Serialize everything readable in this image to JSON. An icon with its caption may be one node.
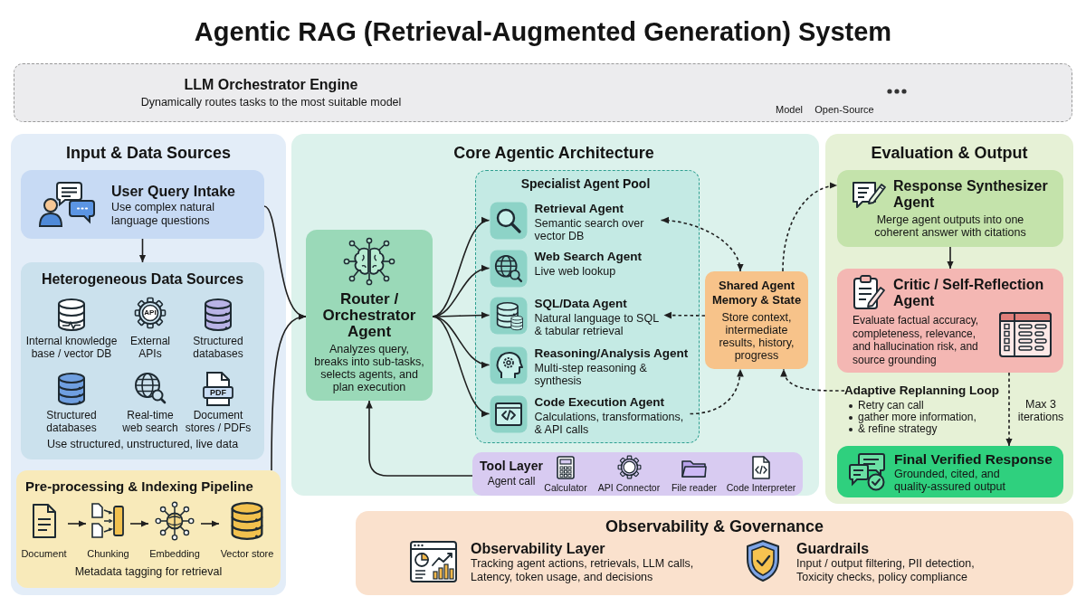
{
  "diagram": {
    "title": "Agentic RAG (Retrieval-Augmented Generation) System",
    "nodes": [
      {
        "text": [
          "LLM Orchestrator Engine",
          "Dynamically routes tasks to the most suitable model"
        ]
      },
      {
        "text": [
          "Input & Data Sources"
        ]
      },
      {
        "text": [
          "User Query Intake",
          "Use complex natural language questions"
        ],
        "in": 1
      },
      {
        "text": [
          "Heterogeneous Data Sources",
          "Internal knowledge base / vector DB",
          "External APIs",
          "Structured databases",
          "Structured databases",
          "Real-time web search",
          "Document stores / PDFs",
          "Use structured, unstructured, live data"
        ],
        "in": 1
      },
      {
        "text": [
          "Pre-processing & Indexing Pipeline",
          "Metadata tagging for retrieval"
        ],
        "in": 1
      },
      {
        "text": [
          "Document"
        ],
        "in": 4
      },
      {
        "text": [
          "Chunking"
        ],
        "in": 4
      },
      {
        "text": [
          "Embedding"
        ],
        "in": 4
      },
      {
        "text": [
          "Vector store"
        ],
        "in": 4
      },
      {
        "text": [
          "Core Agentic Architecture"
        ]
      },
      {
        "text": [
          "Router / Orchestrator Agent",
          "Analyzes query, breaks into sub-tasks, selects agents, and plan execution"
        ],
        "in": 9
      },
      {
        "text": [
          "Specialist Agent Pool"
        ],
        "in": 9
      },
      {
        "text": [
          "Retrieval Agent",
          "Semantic search over vector DB"
        ],
        "in": 11
      },
      {
        "text": [
          "Web Search Agent",
          "Live web lookup"
        ],
        "in": 11
      },
      {
        "text": [
          "SQL/Data Agent",
          "Natural language to SQL & tabular retrieval"
        ],
        "in": 11
      },
      {
        "text": [
          "Reasoning/Analysis Agent",
          "Multi-step reasoning & synthesis"
        ],
        "in": 11
      },
      {
        "text": [
          "Code Execution Agent",
          "Calculations, transformations, & API calls"
        ],
        "in": 11
      },
      {
        "text": [
          "Shared Agent Memory & State",
          "Store context, intermediate results, history, progress"
        ],
        "in": 9
      },
      {
        "text": [
          "Tool Layer",
          "Agent call",
          "Calculator",
          "API Connector",
          "File reader",
          "Code Interpreter"
        ],
        "in": 9
      },
      {
        "text": [
          "Evaluation & Output"
        ]
      },
      {
        "text": [
          "Response Synthesizer Agent",
          "Merge agent outputs into one coherent answer with citations"
        ],
        "in": 19
      },
      {
        "text": [
          "Critic / Self-Reflection Agent",
          "Evaluate factual accuracy, completeness, relevance, and hallucination risk, and source grounding"
        ],
        "in": 19
      },
      {
        "text": [
          "Adaptive Replanning Loop",
          "Retry can call",
          "gather more information,",
          "& refine strategy"
        ],
        "in": 19
      },
      {
        "text": [
          "Final Verified Response",
          "Grounded, cited, and quality-assured output"
        ],
        "in": 19
      },
      {
        "text": [
          "Observability & Governance",
          "Observability Layer",
          "Tracking agent actions, retrievals, LLM calls, Latency, token usage, and decisions",
          "Guardrails",
          "Input / output filtering, PII detection, Toxicity checks, policy compliance"
        ]
      }
    ],
    "edges": [
      {
        "from": 2,
        "to": 3,
        "arrow": "to"
      },
      {
        "from": 2,
        "to": 10,
        "arrow": "to"
      },
      {
        "from": 4,
        "to": 10,
        "arrow": "to"
      },
      {
        "from": 5,
        "to": 6,
        "arrow": "to"
      },
      {
        "from": 6,
        "to": 7,
        "arrow": "to"
      },
      {
        "from": 7,
        "to": 8,
        "arrow": "to"
      },
      {
        "from": 10,
        "to": 12,
        "arrow": "to"
      },
      {
        "from": 10,
        "to": 13,
        "arrow": "to"
      },
      {
        "from": 10,
        "to": 14,
        "arrow": "to"
      },
      {
        "from": 10,
        "to": 15,
        "arrow": "to"
      },
      {
        "from": 10,
        "to": 16,
        "arrow": "to"
      },
      {
        "from": 18,
        "to": 10,
        "arrow": "to"
      },
      {
        "from": 17,
        "to": 12,
        "arrow": "both",
        "style": "dashed"
      },
      {
        "from": 17,
        "to": 14,
        "arrow": "to",
        "style": "dashed"
      },
      {
        "from": 16,
        "to": 17,
        "arrow": "to",
        "style": "dashed"
      },
      {
        "from": 17,
        "to": 20,
        "arrow": "to",
        "style": "dashed"
      },
      {
        "from": 22,
        "to": 17,
        "arrow": "to",
        "style": "dashed"
      },
      {
        "from": 20,
        "to": 21,
        "arrow": "to"
      },
      {
        "from": 21,
        "to": 23,
        "arrow": "to",
        "style": "dashed",
        "label": "Max 3 iterations"
      }
    ],
    "labels": [
      "Model",
      "Open-Source",
      "API",
      "PDF"
    ]
  }
}
